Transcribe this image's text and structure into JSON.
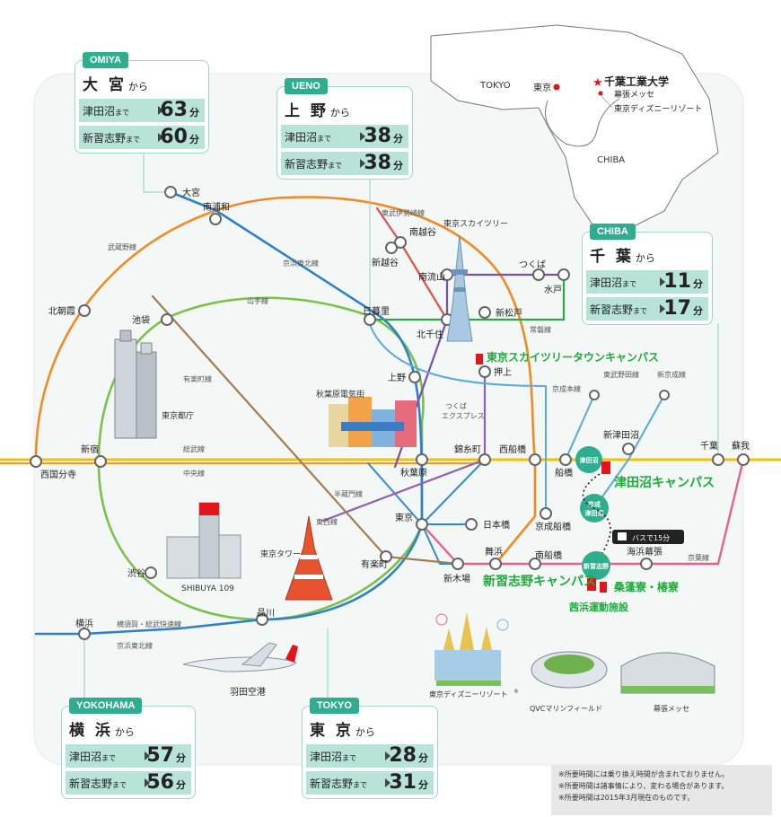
{
  "colors": {
    "chuo": "#f39a1e",
    "keihin_tohoku": "#2f80c9",
    "yamanote": "#7cbf4d",
    "yurakucho": "#a57b4f",
    "musashino": "#f08a24",
    "tobu_isesaki": "#d9534f",
    "tsukuba_express": "#7a4fa8",
    "sobu": "#f2c200",
    "hanzomon": "#8d62b0",
    "tozai": "#2e8bc9",
    "keisei": "#5aa9d6",
    "keiyo": "#e75f8f",
    "joban": "#2aa84a",
    "brand_green": "#2fae8f",
    "campus_text": "#1faa3c",
    "campus_marker": "#e3141c"
  },
  "inset_map": {
    "regions": [
      "TOKYO",
      "CHIBA"
    ],
    "tokyo_label": "東京",
    "university": "千葉工業大学",
    "spots": [
      "幕張メッセ",
      "東京ディズニーリゾート"
    ]
  },
  "stations": {
    "omiya": "大宮",
    "minami_urawa": "南浦和",
    "kita_asaka": "北朝霞",
    "ikebukuro": "池袋",
    "nishi_kokubunji": "西国分寺",
    "shinjuku": "新宿",
    "shibuya": "渋谷",
    "shinagawa": "品川",
    "yokohama": "横浜",
    "haneda": "羽田空港",
    "nippori": "日暮里",
    "ueno": "上野",
    "akihabara": "秋葉原",
    "tokyo": "東京",
    "yurakucho": "有楽町",
    "shin_kiba": "新木場",
    "maihama": "舞浜",
    "minami_funabashi": "南船橋",
    "kaihin_makuhari": "海浜幕張",
    "soga": "蘇我",
    "chiba": "千葉",
    "shin_tsudanuma": "新津田沼",
    "funabashi": "船橋",
    "keisei_funabashi": "京成船橋",
    "nishi_funabashi": "西船橋",
    "kinshicho": "錦糸町",
    "nihombashi": "日本橋",
    "oshiage": "押上",
    "kita_senju": "北千住",
    "minami_nagareyama": "南流山",
    "shin_matsudo": "新松戸",
    "tsukuba": "つくば",
    "mito": "水戸",
    "minami_koshigaya": "南越谷",
    "shin_koshigaya": "新越谷",
    "tsudanuma_badge": "津田沼",
    "keisei_tsudanuma_badge": "京成\n津田沼",
    "shin_narashino_badge": "新習志野"
  },
  "lines": {
    "musashino": "武蔵野線",
    "keihin_tohoku": "京浜東北線",
    "keihin_tohoku2": "京浜東北線",
    "yamanote": "山手線",
    "yurakucho": "有楽町線",
    "sobu": "総武線",
    "chuo": "中央線",
    "hanzomon": "半蔵門線",
    "tozai": "東西線",
    "tobu": "東武伊勢崎線",
    "tsukuba": "つくば",
    "tsukuba2": "エクスプレス",
    "joban": "常磐線",
    "keisei": "京成本線",
    "shin_keisei": "新京成線",
    "toyo": "東武野田線",
    "keiyo": "京葉線",
    "yokosuka": "横須賀・総武快速線"
  },
  "landmarks": {
    "skytree": "東京スカイツリー",
    "tokyo_tower": "東京タワー",
    "tocho": "東京都庁",
    "akihabara_town": "秋葉原電気街",
    "shibuya109": "SHIBUYA 109",
    "disney": "東京ディズニーリゾート",
    "disney_reg": "®",
    "qvc": "QVCマリンフィールド",
    "messe": "幕張メッセ"
  },
  "campuses": {
    "skytree": "東京スカイツリータウンキャンパス",
    "tsudanuma": "津田沼キャンパス",
    "shin_narashino": "新習志野キャンパス",
    "dorm": "桑蓬寮・椿寮",
    "akanehama": "茜浜運動施設",
    "bus": "バスで15分"
  },
  "boxes": {
    "omiya": {
      "tag": "OMIYA",
      "city": "大 宮",
      "kara": "から",
      "r1": {
        "dest": "津田沼",
        "made": "まで",
        "min": "63",
        "unit": "分"
      },
      "r2": {
        "dest": "新習志野",
        "made": "まで",
        "min": "60",
        "unit": "分"
      }
    },
    "ueno": {
      "tag": "UENO",
      "city": "上 野",
      "kara": "から",
      "r1": {
        "dest": "津田沼",
        "made": "まで",
        "min": "38",
        "unit": "分"
      },
      "r2": {
        "dest": "新習志野",
        "made": "まで",
        "min": "38",
        "unit": "分"
      }
    },
    "chiba": {
      "tag": "CHIBA",
      "city": "千 葉",
      "kara": "から",
      "r1": {
        "dest": "津田沼",
        "made": "まで",
        "min": "11",
        "unit": "分"
      },
      "r2": {
        "dest": "新習志野",
        "made": "まで",
        "min": "17",
        "unit": "分"
      }
    },
    "yokohama": {
      "tag": "YOKOHAMA",
      "city": "横 浜",
      "kara": "から",
      "r1": {
        "dest": "津田沼",
        "made": "まで",
        "min": "57",
        "unit": "分"
      },
      "r2": {
        "dest": "新習志野",
        "made": "まで",
        "min": "56",
        "unit": "分"
      }
    },
    "tokyo": {
      "tag": "TOKYO",
      "city": "東 京",
      "kara": "から",
      "r1": {
        "dest": "津田沼",
        "made": "まで",
        "min": "28",
        "unit": "分"
      },
      "r2": {
        "dest": "新習志野",
        "made": "まで",
        "min": "31",
        "unit": "分"
      }
    }
  },
  "notes": [
    "※所要時間には乗り換え時間が含まれておりません。",
    "※所要時間は諸事情により、変わる場合があります。",
    "※所要時間は2015年3月現在のものです。"
  ]
}
